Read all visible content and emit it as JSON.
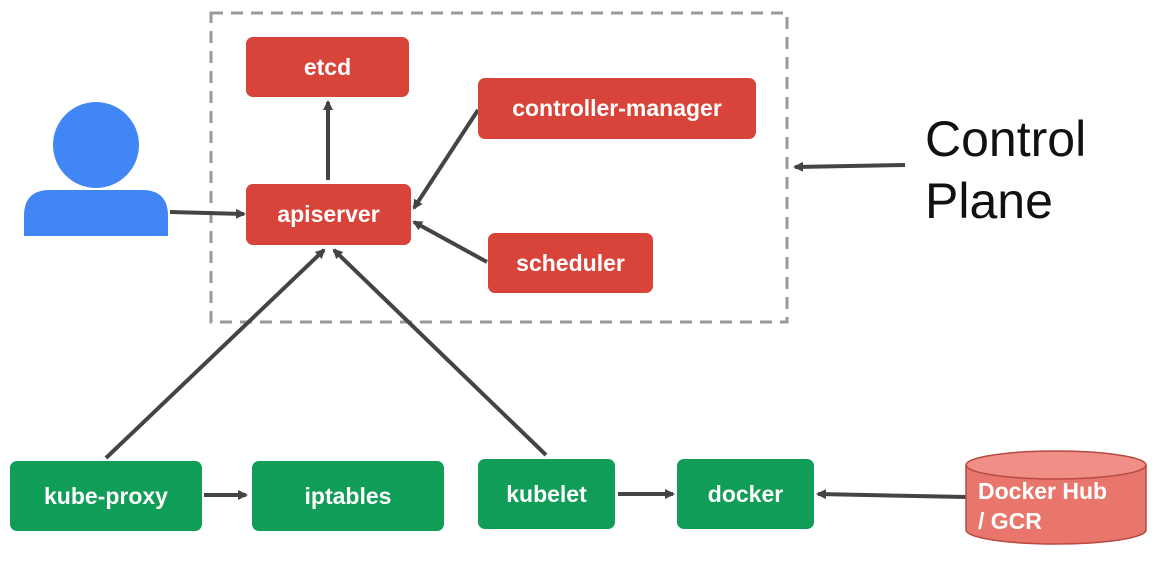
{
  "components": {
    "etcd": "etcd",
    "controller_manager": "controller-manager",
    "apiserver": "apiserver",
    "scheduler": "scheduler",
    "kube_proxy": "kube-proxy",
    "iptables": "iptables",
    "kubelet": "kubelet",
    "docker": "docker"
  },
  "registry": {
    "line1": "Docker Hub",
    "line2": "/ GCR"
  },
  "control_plane_label": {
    "line1": "Control",
    "line2": "Plane"
  },
  "colors": {
    "control_plane_node": "#d9443a",
    "node_component": "#109d58",
    "registry": "#e8766c",
    "user": "#4285f4",
    "arrow": "#444444",
    "dashed_border": "#999999"
  },
  "icons": {
    "user": "user-icon"
  }
}
